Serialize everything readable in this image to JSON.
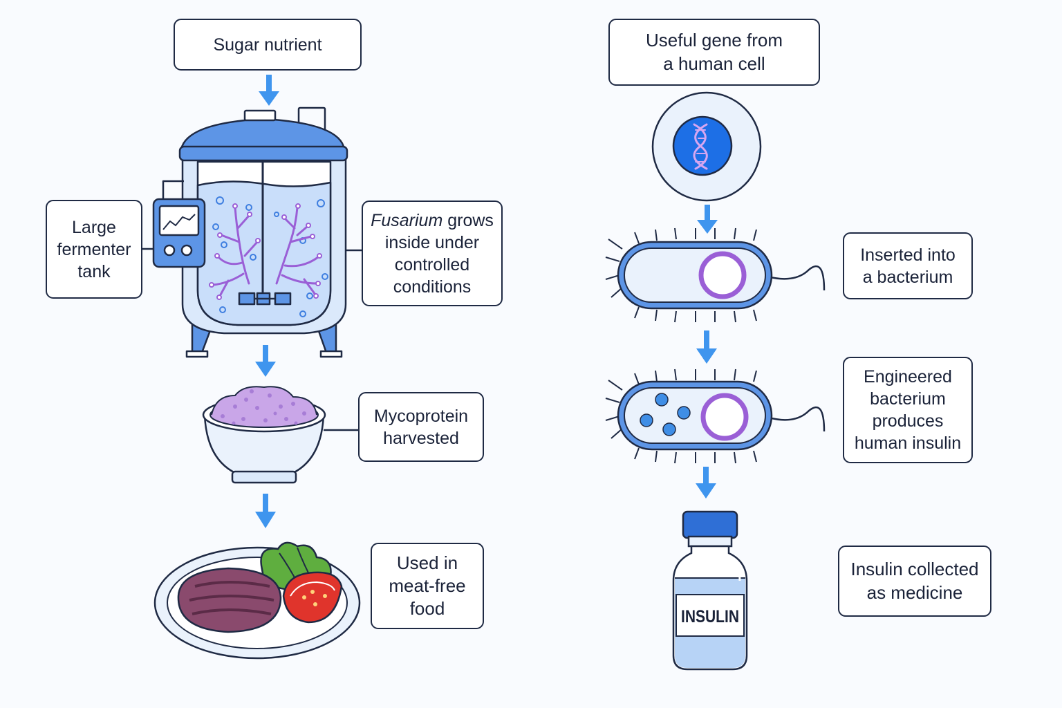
{
  "left_flow": {
    "input_label": "Sugar nutrient",
    "tank_label": [
      "Large",
      "fermenter",
      "tank"
    ],
    "growth_label": {
      "organism": "Fusarium",
      "rest_first_line": " grows",
      "lines": [
        "inside under",
        "controlled",
        "conditions"
      ]
    },
    "harvest_label": [
      "Mycoprotein",
      "harvested"
    ],
    "use_label": [
      "Used in",
      "meat-free",
      "food"
    ]
  },
  "right_flow": {
    "gene_label": [
      "Useful gene from",
      "a human cell"
    ],
    "insert_label": [
      "Inserted into",
      "a bacterium"
    ],
    "produce_label": [
      "Engineered",
      "bacterium",
      "produces",
      "human insulin"
    ],
    "collect_label": [
      "Insulin collected",
      "as medicine"
    ],
    "vial_text": "INSULIN"
  },
  "colors": {
    "outline": "#1f2a44",
    "arrow": "#3f95ee",
    "tank_blue": "#5d95e6",
    "light_blue": "#dbe9fb",
    "liquid": "#c9defa",
    "purple": "#9a5fd6",
    "mycoprotein": "#c9a6e8",
    "patty": "#8a4a6d",
    "lettuce": "#5fae3f",
    "tomato": "#e0342c",
    "dna_blue": "#1d6fe6"
  }
}
